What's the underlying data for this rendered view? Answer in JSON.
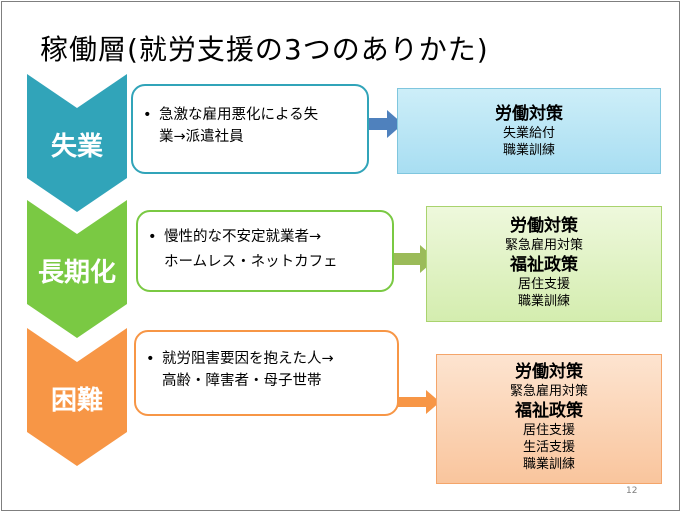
{
  "title": "稼働層(就労支援の3つのありかた)",
  "page_number": "12",
  "rows": [
    {
      "label": "失業",
      "color": "#31a4b9",
      "bullet_lines": [
        "急激な雇用悪化による失",
        "業→派遣社員"
      ],
      "results": [
        {
          "heading": "労働対策",
          "items": [
            "失業給付",
            "職業訓練"
          ]
        }
      ]
    },
    {
      "label": "長期化",
      "color": "#7ac943",
      "bullet_lines": [
        "慢性的な不安定就業者→",
        "ホームレス・ネットカフェ"
      ],
      "results": [
        {
          "heading": "労働対策",
          "items": [
            "緊急雇用対策"
          ]
        },
        {
          "heading": "福祉政策",
          "items": [
            "居住支援",
            "職業訓練"
          ]
        }
      ]
    },
    {
      "label": "困難",
      "color": "#f79646",
      "bullet_lines": [
        "就労阻害要因を抱えた人→",
        "高齢・障害者・母子世帯"
      ],
      "results": [
        {
          "heading": "労働対策",
          "items": [
            "緊急雇用対策"
          ]
        },
        {
          "heading": "福祉政策",
          "items": [
            "居住支援",
            "生活支援",
            "職業訓練"
          ]
        }
      ]
    }
  ]
}
